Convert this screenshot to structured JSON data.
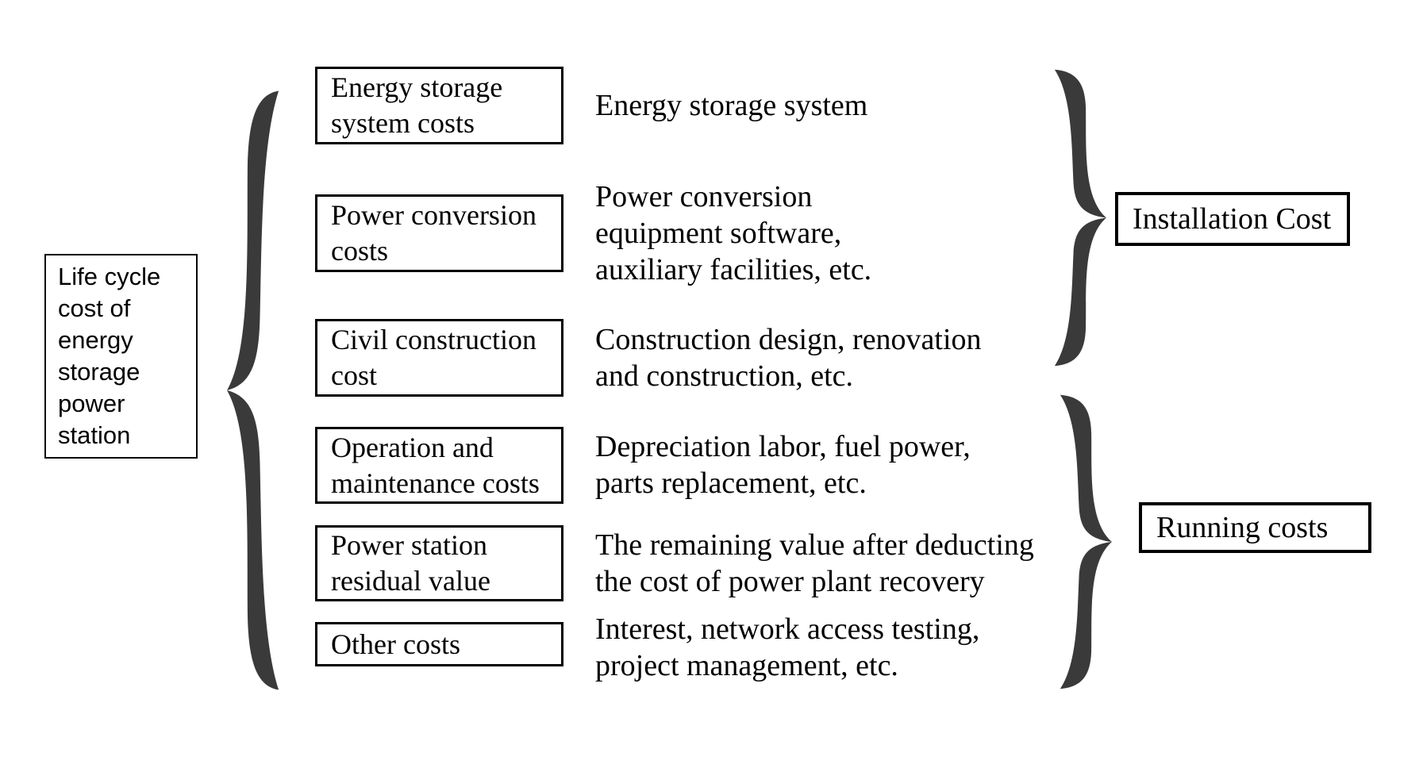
{
  "root_box": {
    "label": "Life cycle\ncost of\nenergy\nstorage\npower\nstation"
  },
  "cost_items": [
    {
      "box_label": "Energy storage\nsystem costs",
      "description": "Energy storage system"
    },
    {
      "box_label": "Power conversion\ncosts",
      "description": "Power conversion\nequipment software,\nauxiliary facilities, etc."
    },
    {
      "box_label": "Civil construction\ncost",
      "description": "Construction design, renovation\nand construction, etc."
    },
    {
      "box_label": "Operation and\nmaintenance costs",
      "description": "Depreciation labor, fuel power,\nparts replacement, etc."
    },
    {
      "box_label": "Power station\nresidual value",
      "description": "The remaining value after deducting\nthe cost of power plant recovery"
    },
    {
      "box_label": "Other costs",
      "description": "Interest, network access testing,\nproject management, etc."
    }
  ],
  "groups": [
    {
      "label": "Installation Cost"
    },
    {
      "label": "Running costs"
    }
  ],
  "colors": {
    "background": "#ffffff",
    "text": "#000000",
    "box_border": "#000000",
    "brace": "#3a3a3a"
  }
}
